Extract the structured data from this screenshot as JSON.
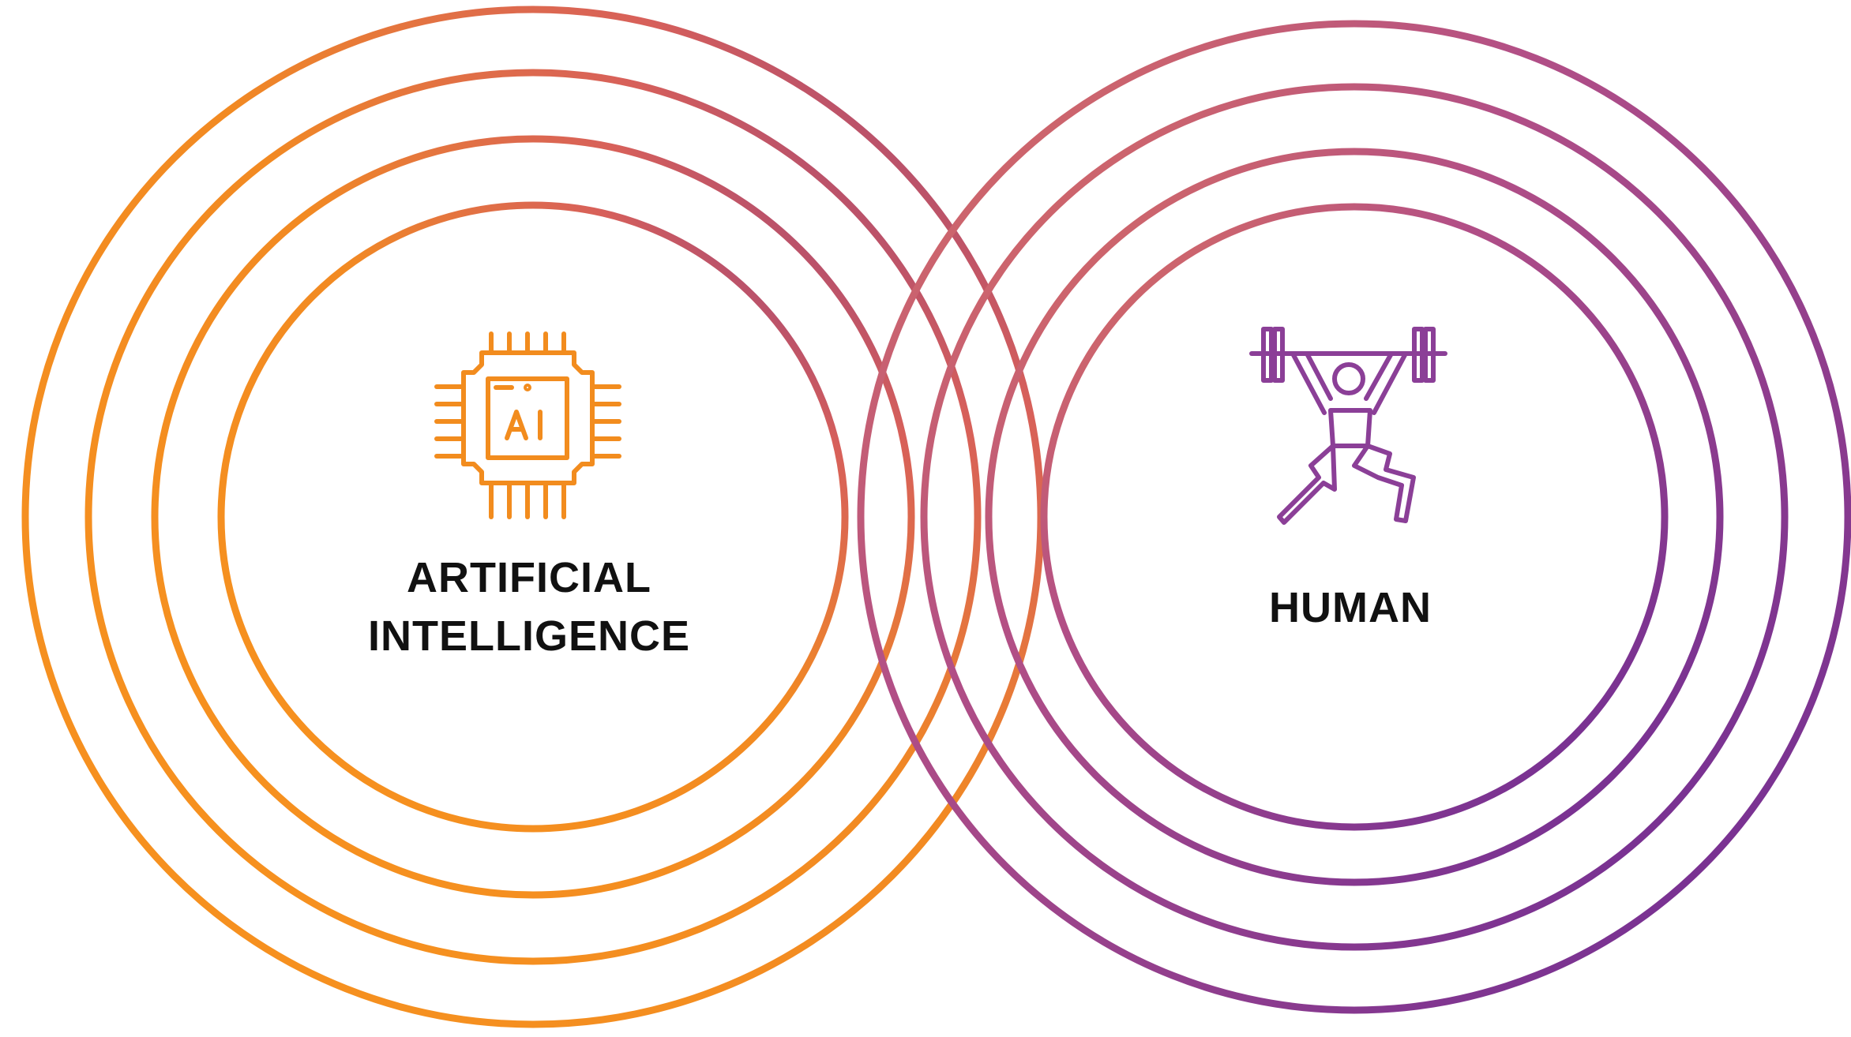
{
  "diagram": {
    "left_node": {
      "label_line1": "ARTIFICIAL",
      "label_line2": "INTELLIGENCE",
      "icon": "ai-chip-icon",
      "icon_text": "AI",
      "color": "#F28C1E"
    },
    "right_node": {
      "label": "HUMAN",
      "icon": "weightlifter-icon",
      "color": "#8B3F97"
    },
    "gradient": {
      "start": "#F7931E",
      "mid": "#D4605A",
      "end": "#6A2A95"
    }
  }
}
